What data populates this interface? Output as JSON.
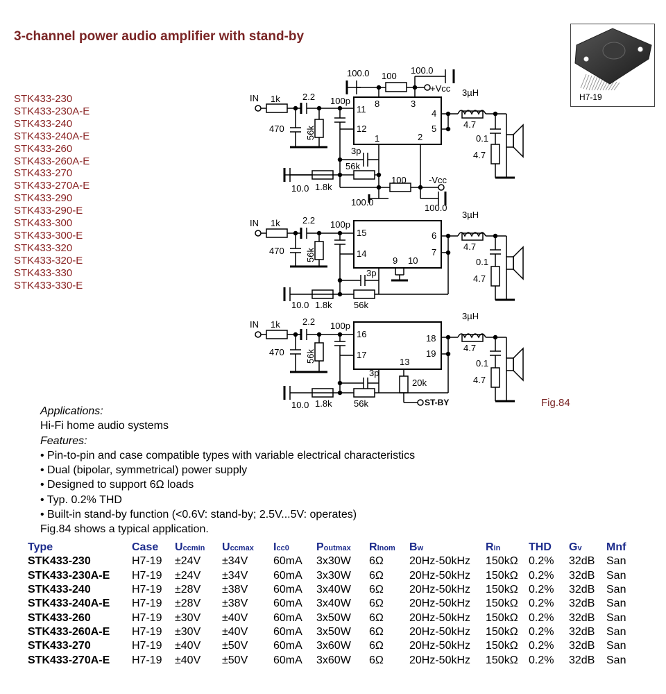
{
  "title": "3-channel power audio amplifier with stand-by",
  "models": [
    "STK433-230",
    "STK433-230A-E",
    "STK433-240",
    "STK433-240A-E",
    "STK433-260",
    "STK433-260A-E",
    "STK433-270",
    "STK433-270A-E",
    "STK433-290",
    "STK433-290-E",
    "STK433-300",
    "STK433-300-E",
    "STK433-320",
    "STK433-320-E",
    "STK433-330",
    "STK433-330-E"
  ],
  "package": {
    "label": "H7-19"
  },
  "figure_label": "Fig.84",
  "schematic": {
    "labels": {
      "in": "IN",
      "r1k": "1k",
      "c22": "2.2",
      "c100p": "100p",
      "r470": "470",
      "r56k": "56k",
      "c3p": "3p",
      "c10": "10.0",
      "r18k": "1.8k",
      "c100": "100.0",
      "r100": "100",
      "vcc_pos": "+Vcc",
      "vcc_neg": "-Vcc",
      "l3uh": "3µH",
      "r47": "4.7",
      "c01": "0.1",
      "r20k": "20k",
      "stby": "ST-BY",
      "plus": "+"
    },
    "pins": {
      "ch1": [
        "11",
        "12",
        "8",
        "3",
        "4",
        "5",
        "1",
        "2"
      ],
      "ch2": [
        "15",
        "14",
        "6",
        "7",
        "9",
        "10"
      ],
      "ch3": [
        "16",
        "17",
        "18",
        "19",
        "13"
      ]
    }
  },
  "applications_heading": "Applications:",
  "applications_text": "Hi-Fi home audio systems",
  "features_heading": "Features:",
  "features": [
    "Pin-to-pin and case compatible types with variable electrical characteristics",
    "Dual (bipolar, symmetrical) power supply",
    "Designed to support 6Ω loads",
    "Typ. 0.2% THD",
    "Built-in stand-by function (<0.6V: stand-by; 2.5V...5V: operates)"
  ],
  "figure_note": "Fig.84 shows a typical application.",
  "table": {
    "headers": [
      {
        "main": "Type",
        "sub": ""
      },
      {
        "main": "Case",
        "sub": ""
      },
      {
        "main": "U",
        "sub": "ccmin"
      },
      {
        "main": "U",
        "sub": "ccmax"
      },
      {
        "main": "I",
        "sub": "cc0"
      },
      {
        "main": "P",
        "sub": "outmax"
      },
      {
        "main": "R",
        "sub": "lnom"
      },
      {
        "main": "B",
        "sub": "w"
      },
      {
        "main": "R",
        "sub": "in"
      },
      {
        "main": "THD",
        "sub": ""
      },
      {
        "main": "G",
        "sub": "v"
      },
      {
        "main": "Mnf",
        "sub": ""
      }
    ],
    "rows": [
      [
        "STK433-230",
        "H7-19",
        "±24V",
        "±34V",
        "60mA",
        "3x30W",
        "6Ω",
        "20Hz-50kHz",
        "150kΩ",
        "0.2%",
        "32dB",
        "San"
      ],
      [
        "STK433-230A-E",
        "H7-19",
        "±24V",
        "±34V",
        "60mA",
        "3x30W",
        "6Ω",
        "20Hz-50kHz",
        "150kΩ",
        "0.2%",
        "32dB",
        "San"
      ],
      [
        "STK433-240",
        "H7-19",
        "±28V",
        "±38V",
        "60mA",
        "3x40W",
        "6Ω",
        "20Hz-50kHz",
        "150kΩ",
        "0.2%",
        "32dB",
        "San"
      ],
      [
        "STK433-240A-E",
        "H7-19",
        "±28V",
        "±38V",
        "60mA",
        "3x40W",
        "6Ω",
        "20Hz-50kHz",
        "150kΩ",
        "0.2%",
        "32dB",
        "San"
      ],
      [
        "STK433-260",
        "H7-19",
        "±30V",
        "±40V",
        "60mA",
        "3x50W",
        "6Ω",
        "20Hz-50kHz",
        "150kΩ",
        "0.2%",
        "32dB",
        "San"
      ],
      [
        "STK433-260A-E",
        "H7-19",
        "±30V",
        "±40V",
        "60mA",
        "3x50W",
        "6Ω",
        "20Hz-50kHz",
        "150kΩ",
        "0.2%",
        "32dB",
        "San"
      ],
      [
        "STK433-270",
        "H7-19",
        "±40V",
        "±50V",
        "60mA",
        "3x60W",
        "6Ω",
        "20Hz-50kHz",
        "150kΩ",
        "0.2%",
        "32dB",
        "San"
      ],
      [
        "STK433-270A-E",
        "H7-19",
        "±40V",
        "±50V",
        "60mA",
        "3x60W",
        "6Ω",
        "20Hz-50kHz",
        "150kΩ",
        "0.2%",
        "32dB",
        "San"
      ]
    ]
  }
}
